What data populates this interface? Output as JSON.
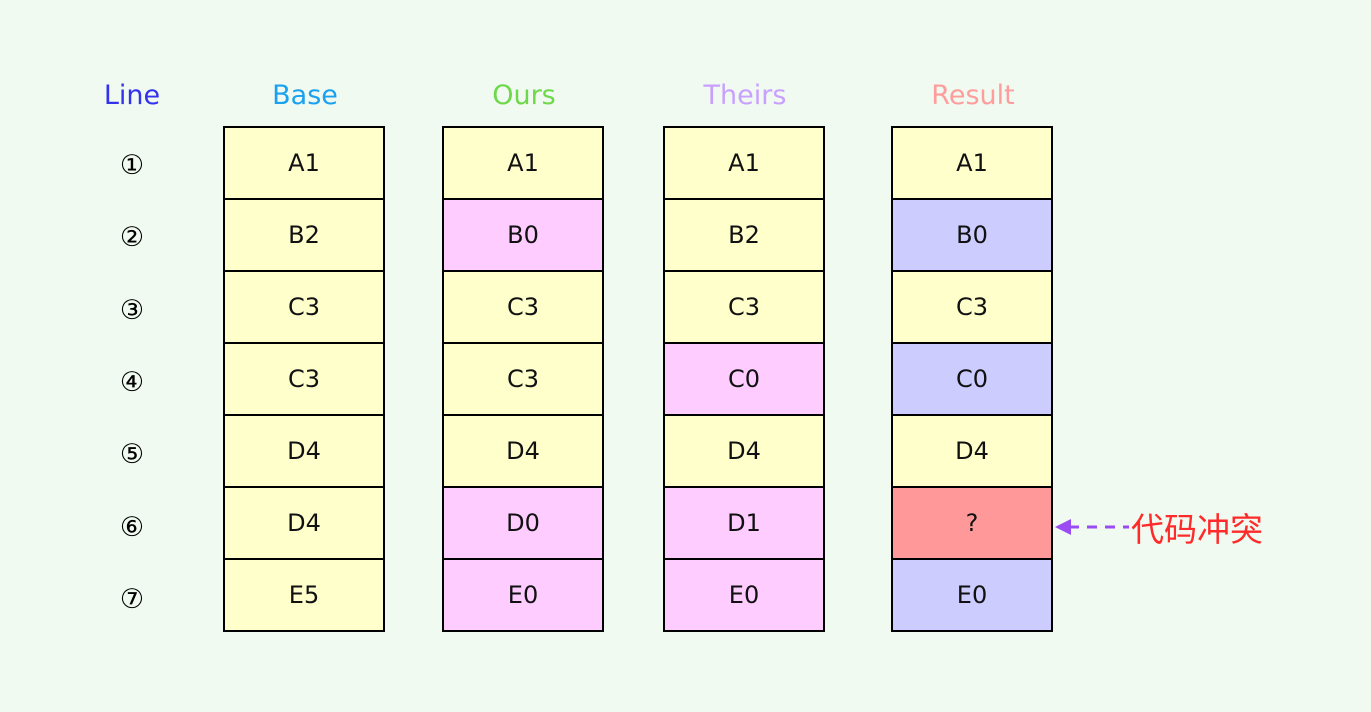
{
  "headers": {
    "line": {
      "label": "Line",
      "color": "#3333ee"
    },
    "base": {
      "label": "Base",
      "color": "#1aa1f0"
    },
    "ours": {
      "label": "Ours",
      "color": "#6ed84a"
    },
    "theirs": {
      "label": "Theirs",
      "color": "#c9a0ff"
    },
    "result": {
      "label": "Result",
      "color": "#ff9d9d"
    }
  },
  "line_numbers": [
    "①",
    "②",
    "③",
    "④",
    "⑤",
    "⑥",
    "⑦"
  ],
  "colors": {
    "unchanged": "#ffffcc",
    "changed": "#ffccff",
    "merged": "#ccccff",
    "conflict": "#ff9999",
    "arrow": "#9a4cf2",
    "conflict_text": "#ff2a2a",
    "background": "#f0faf0"
  },
  "columns": [
    {
      "key": "base",
      "cells": [
        {
          "text": "A1",
          "state": "unchanged"
        },
        {
          "text": "B2",
          "state": "unchanged"
        },
        {
          "text": "C3",
          "state": "unchanged"
        },
        {
          "text": "C3",
          "state": "unchanged"
        },
        {
          "text": "D4",
          "state": "unchanged"
        },
        {
          "text": "D4",
          "state": "unchanged"
        },
        {
          "text": "E5",
          "state": "unchanged"
        }
      ]
    },
    {
      "key": "ours",
      "cells": [
        {
          "text": "A1",
          "state": "unchanged"
        },
        {
          "text": "B0",
          "state": "changed"
        },
        {
          "text": "C3",
          "state": "unchanged"
        },
        {
          "text": "C3",
          "state": "unchanged"
        },
        {
          "text": "D4",
          "state": "unchanged"
        },
        {
          "text": "D0",
          "state": "changed"
        },
        {
          "text": "E0",
          "state": "changed"
        }
      ]
    },
    {
      "key": "theirs",
      "cells": [
        {
          "text": "A1",
          "state": "unchanged"
        },
        {
          "text": "B2",
          "state": "unchanged"
        },
        {
          "text": "C3",
          "state": "unchanged"
        },
        {
          "text": "C0",
          "state": "changed"
        },
        {
          "text": "D4",
          "state": "unchanged"
        },
        {
          "text": "D1",
          "state": "changed"
        },
        {
          "text": "E0",
          "state": "changed"
        }
      ]
    },
    {
      "key": "result",
      "cells": [
        {
          "text": "A1",
          "state": "unchanged"
        },
        {
          "text": "B0",
          "state": "merged"
        },
        {
          "text": "C3",
          "state": "unchanged"
        },
        {
          "text": "C0",
          "state": "merged"
        },
        {
          "text": "D4",
          "state": "unchanged"
        },
        {
          "text": "?",
          "state": "conflict"
        },
        {
          "text": "E0",
          "state": "merged"
        }
      ]
    }
  ],
  "annotation": {
    "label": "代码冲突"
  }
}
